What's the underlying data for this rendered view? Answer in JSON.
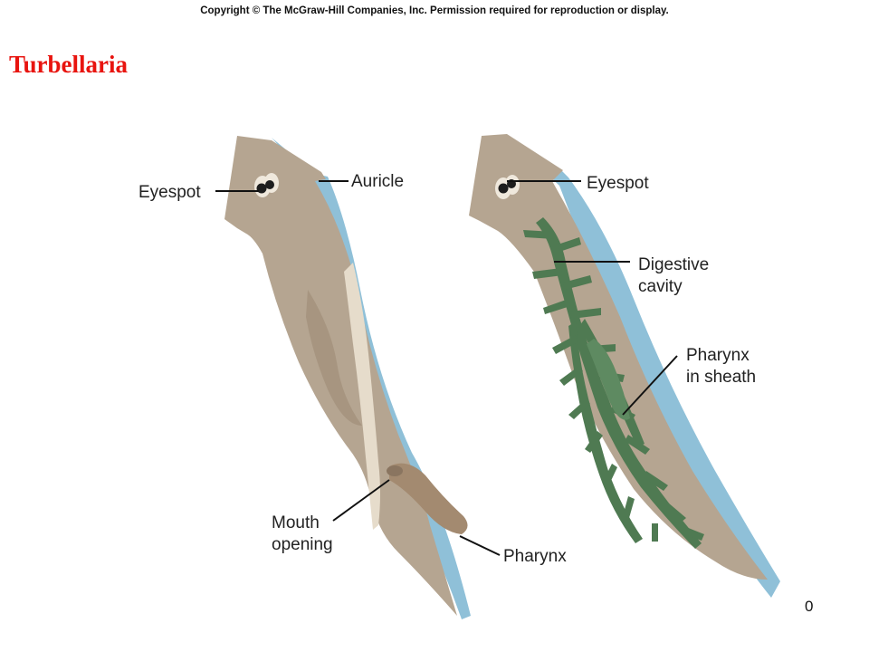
{
  "header": {
    "copyright": "Copyright © The McGraw-Hill Companies, Inc. Permission required for reproduction or display."
  },
  "title": {
    "text": "Turbellaria",
    "color": "#e8140f"
  },
  "page_number": "0",
  "labels": {
    "left": {
      "eyespot": "Eyespot",
      "auricle": "Auricle",
      "mouth_line1": "Mouth",
      "mouth_line2": "opening",
      "pharynx": "Pharynx"
    },
    "right": {
      "eyespot": "Eyespot",
      "digestive_line1": "Digestive",
      "digestive_line2": "cavity",
      "pharynx_line1": "Pharynx",
      "pharynx_line2": "in sheath"
    }
  },
  "colors": {
    "body": "#b5a591",
    "body_dark": "#9a8873",
    "underside": "#8fc0d8",
    "digestive": "#4f7a52",
    "pharynx_tube": "#a38a70"
  }
}
